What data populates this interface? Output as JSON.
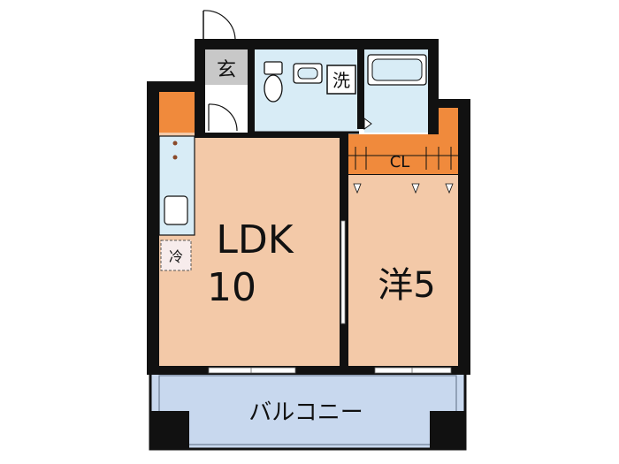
{
  "rooms": {
    "entrance": "玄",
    "washer": "洗",
    "closet": "CL",
    "ldk_name": "LDK",
    "ldk_size": "10",
    "western_room": "洋5",
    "fridge": "冷",
    "balcony": "バルコニー"
  },
  "colors": {
    "wall": "#111111",
    "wood_floor": "#f3c9a8",
    "wet_area": "#d8ecf6",
    "storage": "#f08a3c",
    "entrance": "#c8c8c8",
    "balcony": "#c8d8ee",
    "window": "#ffffff"
  },
  "icons": [
    "toilet-icon",
    "washbasin-icon",
    "bathtub-icon",
    "stove-icon",
    "sink-icon",
    "door-swing-icon"
  ]
}
